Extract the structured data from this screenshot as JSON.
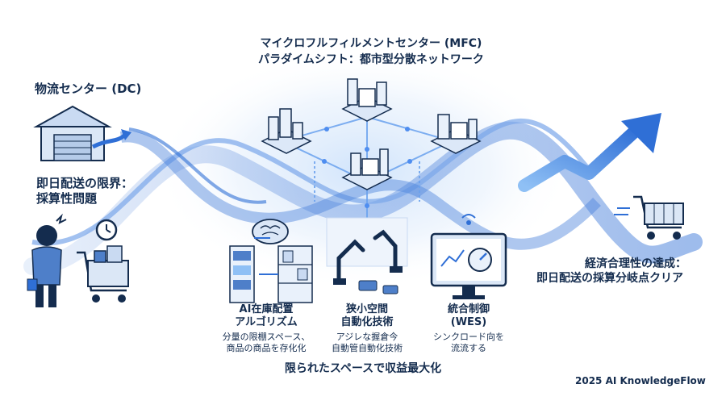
{
  "mfc": {
    "title": "マイクロフルフィルメントセンター (MFC)",
    "subtitle": "パラダイムシフト：都市型分散ネットワーク"
  },
  "dc": {
    "title": "物流センター (DC)",
    "problem_line1": "即日配送の限界：",
    "problem_line2": "採算性問題"
  },
  "outcome": {
    "line1": "経済合理性の達成：",
    "line2": "即日配送の採算分岐点クリア"
  },
  "pillars": [
    {
      "title_line1": "AI在庫配置",
      "title_line2": "アルゴリズム",
      "desc_line1": "分量の限棚スペース、",
      "desc_line2": "商品の商品を存化化"
    },
    {
      "title_line1": "狭小空間",
      "title_line2": "自動化技術",
      "desc_line1": "アジレな握倉今",
      "desc_line2": "自動管自動化技術"
    },
    {
      "title_line1": "統合制御",
      "title_line2": "(WES)",
      "desc_line1": "シンクロード向を",
      "desc_line2": "流流する"
    }
  ],
  "footer": {
    "tagline": "限られたスペースで収益最大化",
    "credit": "2025 AI KnowledgeFlow"
  },
  "colors": {
    "navy": "#142c4e",
    "blue": "#2f6fd6",
    "light_blue": "#8fc0f5",
    "wave": "#5b8fe0"
  },
  "icons": [
    "warehouse-icon",
    "stressed-person-icon",
    "clock-icon",
    "shopping-cart-icon",
    "city-node-icon",
    "brain-icon",
    "robot-arm-icon",
    "monitor-gauge-icon",
    "growth-arrow-icon"
  ]
}
